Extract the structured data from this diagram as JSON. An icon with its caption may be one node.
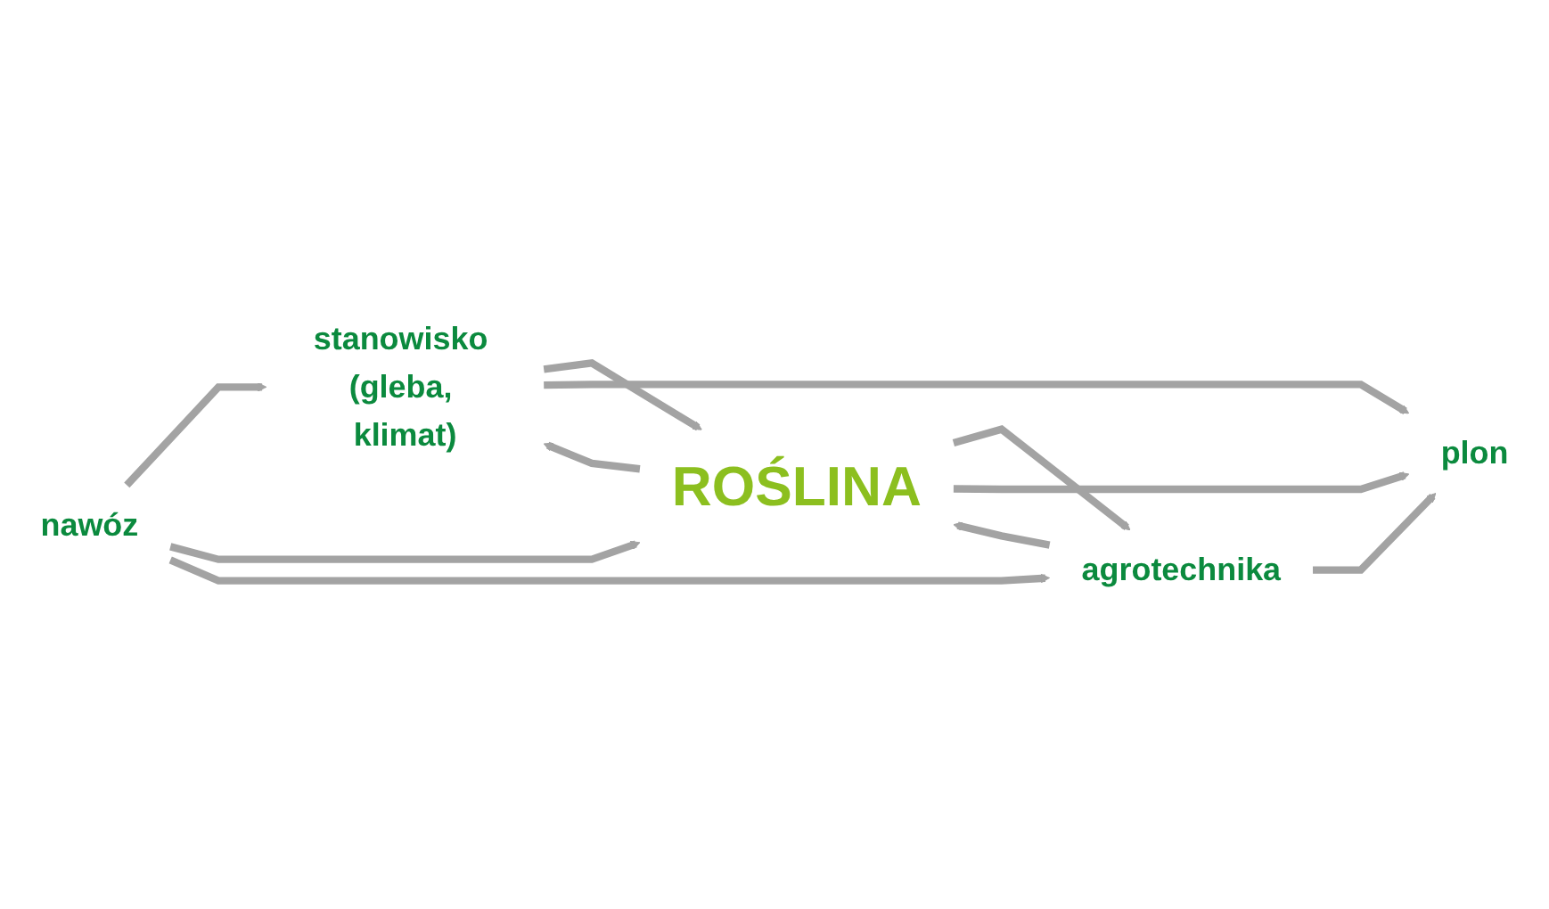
{
  "diagram": {
    "nodes": [
      {
        "text": [
          "stanowisko (gleba, klimat)"
        ]
      },
      {
        "text": [
          "nawóz"
        ]
      },
      {
        "text": [
          "ROŚLINA"
        ]
      },
      {
        "text": [
          "plon"
        ]
      },
      {
        "text": [
          "agrotechnika"
        ]
      }
    ],
    "edges": [
      {
        "from": 1,
        "to": 0,
        "arrow": "to"
      },
      {
        "from": 1,
        "to": 2,
        "arrow": "to"
      },
      {
        "from": 1,
        "to": 4,
        "arrow": "to"
      },
      {
        "from": 0,
        "to": 2,
        "arrow": "to"
      },
      {
        "from": 2,
        "to": 0,
        "arrow": "to"
      },
      {
        "from": 2,
        "to": 4,
        "arrow": "to"
      },
      {
        "from": 4,
        "to": 2,
        "arrow": "to"
      },
      {
        "from": 0,
        "to": 3,
        "arrow": "to"
      },
      {
        "from": 2,
        "to": 3,
        "arrow": "to"
      },
      {
        "from": 4,
        "to": 3,
        "arrow": "to"
      }
    ]
  }
}
